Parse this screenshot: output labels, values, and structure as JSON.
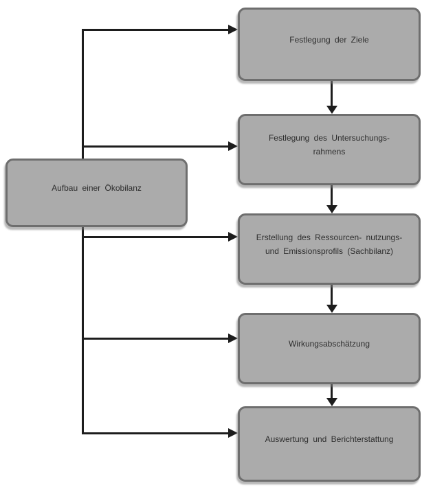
{
  "diagram": {
    "type": "flowchart",
    "language": "de",
    "source_node": {
      "label": "Aufbau einer Ökobilanz"
    },
    "steps": [
      {
        "label": "Festlegung der Ziele"
      },
      {
        "label": "Festlegung des Untersuchungs- rahmens"
      },
      {
        "label": "Erstellung des Ressourcen- nutzungs- und Emissionsprofils (Sachbilanz)"
      },
      {
        "label": "Wirkungsabschätzung"
      },
      {
        "label": "Auswertung und Berichterstattung"
      }
    ],
    "edges": [
      {
        "from": "source",
        "to": "step-1"
      },
      {
        "from": "source",
        "to": "step-2"
      },
      {
        "from": "source",
        "to": "step-3"
      },
      {
        "from": "source",
        "to": "step-4"
      },
      {
        "from": "source",
        "to": "step-5"
      },
      {
        "from": "step-1",
        "to": "step-2"
      },
      {
        "from": "step-2",
        "to": "step-3"
      },
      {
        "from": "step-3",
        "to": "step-4"
      },
      {
        "from": "step-4",
        "to": "step-5"
      }
    ],
    "colors": {
      "node_fill": "#ababab",
      "node_border": "#6e6e6e",
      "text_color": "#2e2e2e",
      "arrow_color": "#1d1d1d",
      "bg_color": "#ffffff"
    }
  }
}
